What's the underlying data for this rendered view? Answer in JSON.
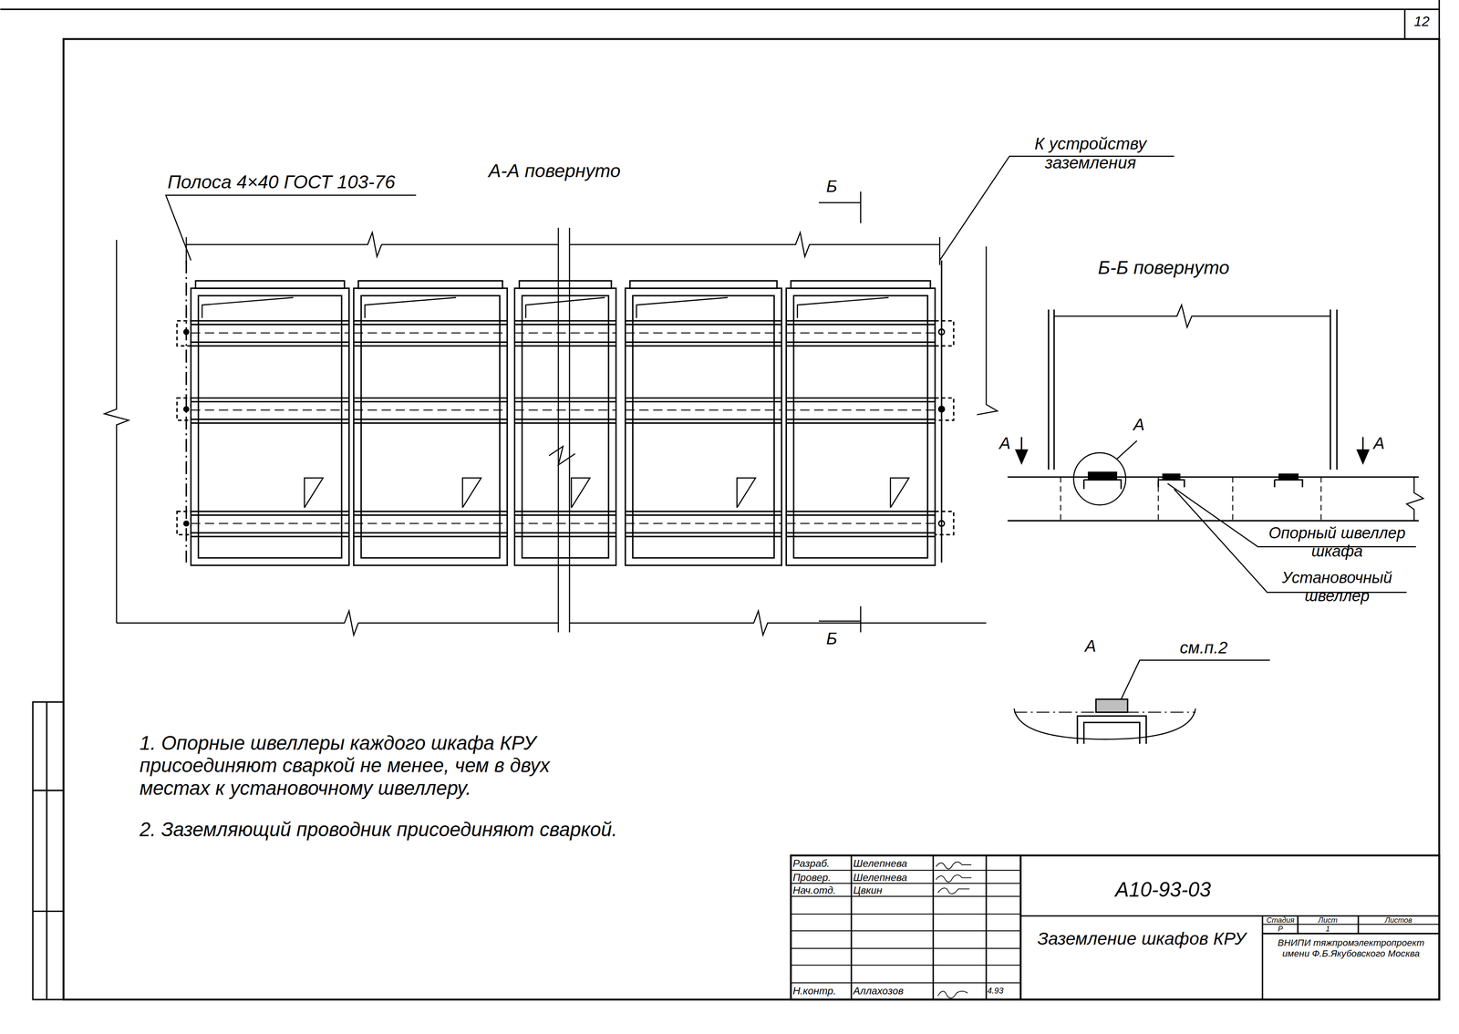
{
  "diagram": {
    "labels": [
      "12",
      "Полоса 4×40 ГОСТ 103-76",
      "А-А повернуто",
      "Б",
      "Б",
      "К устройству заземления",
      "Б-Б повернуто",
      "А",
      "А",
      "А",
      "Опорный швеллер шкафа",
      "Установочный швеллер",
      "А",
      "см.п.2",
      "1. Опорные швеллеры каждого шкафа КРУ присоединяют сваркой не менее, чем в двух местах к установочному швеллеру.",
      "2. Заземляющий проводник присоединяют сваркой.",
      "Разраб.",
      "Шелепнева",
      "Провер.",
      "Шелепнева",
      "Нач.отд.",
      "Цвкин",
      "Н.контр.",
      "Аллахозов",
      "4.93",
      "А10-93-03",
      "Заземление шкафов КРУ",
      "Стадия",
      "Лист",
      "Листов",
      "Р",
      "1",
      "ВНИПИ тяжпромэлектропроект имени Ф.Б.Якубовского Москва"
    ]
  }
}
